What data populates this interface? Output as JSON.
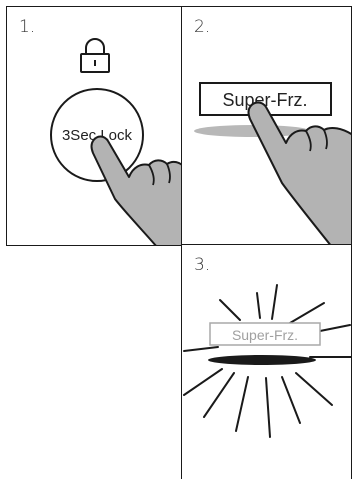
{
  "steps": [
    {
      "number": "1.",
      "button_label": "3Sec Lock",
      "icon": "lock-icon"
    },
    {
      "number": "2.",
      "button_label": "Super-Frz."
    },
    {
      "number": "3.",
      "button_label": "Super-Frz."
    }
  ]
}
